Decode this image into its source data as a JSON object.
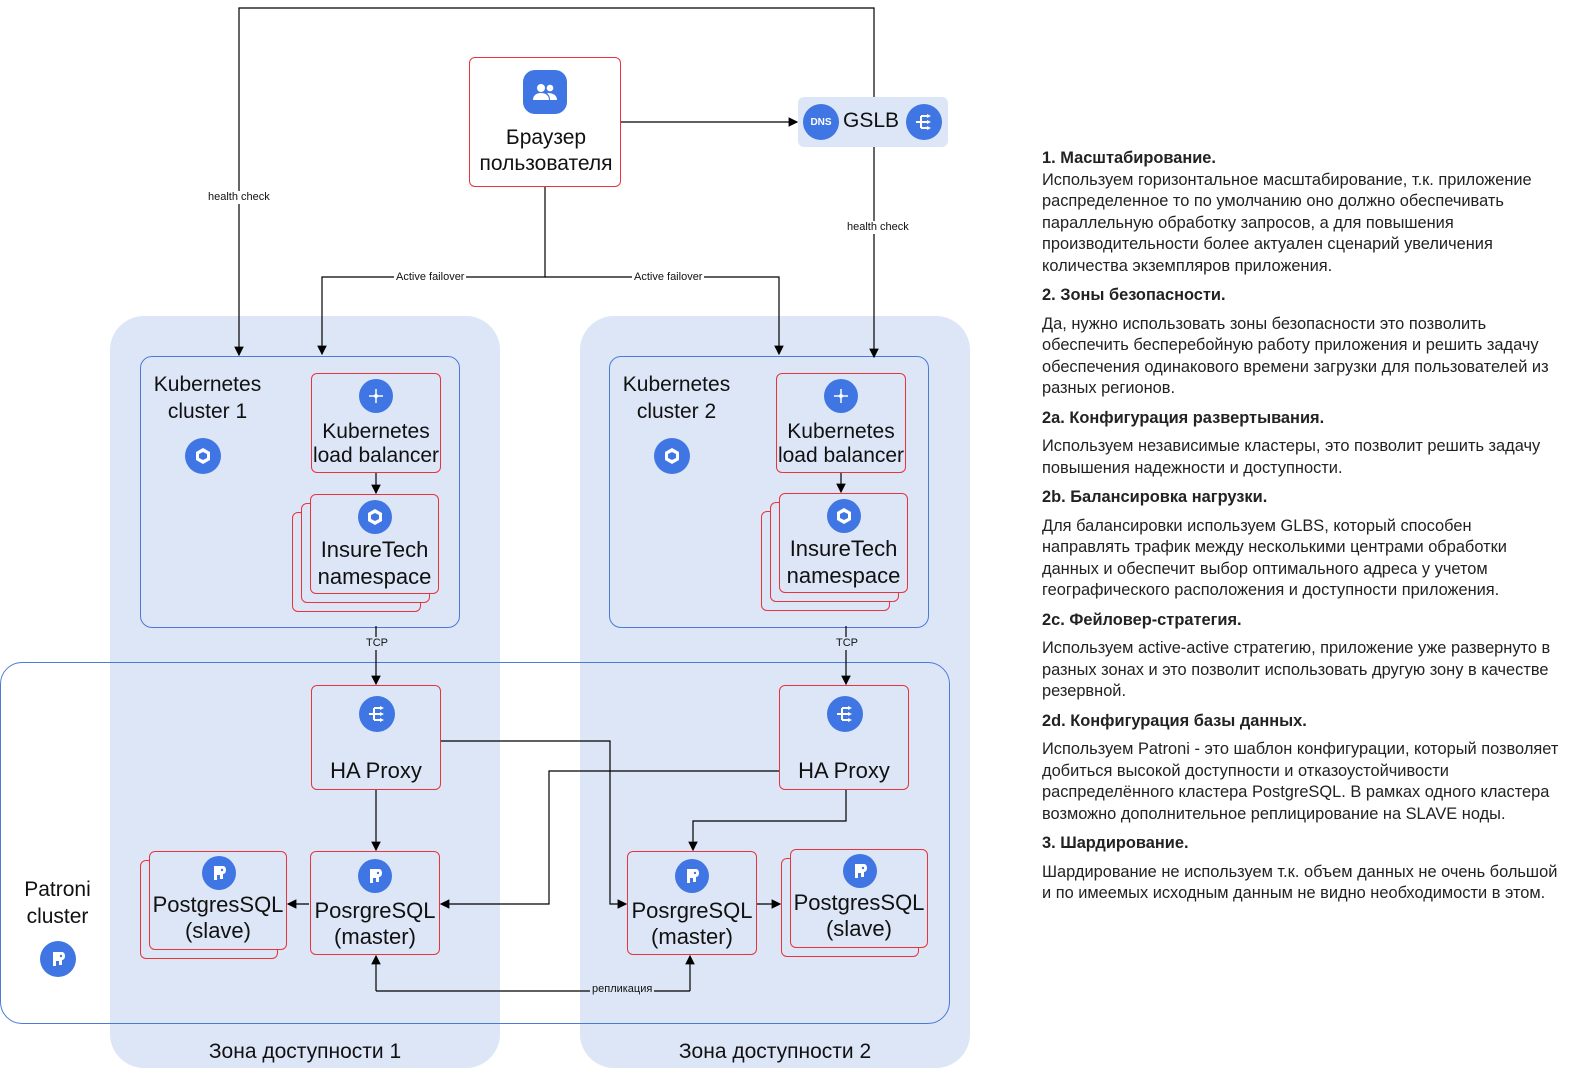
{
  "diagram": {
    "browser": "Браузер пользователя",
    "gslb": "GSLB",
    "dns_badge": "DNS",
    "health_check_left": "health check",
    "health_check_right": "health check",
    "active_failover_left": "Active failover",
    "active_failover_right": "Active failover",
    "zone1": "Зона доступности 1",
    "zone2": "Зона доступности 2",
    "k8s_cluster1": "Kubernetes cluster 1",
    "k8s_cluster2": "Kubernetes cluster 2",
    "k8s_lb_1": "Kubernetes load balancer",
    "k8s_lb_2": "Kubernetes load balancer",
    "insuretech_1": "InsureTech namespace",
    "insuretech_2": "InsureTech namespace",
    "tcp_1": "TCP",
    "tcp_2": "TCP",
    "haproxy_1": "HA Proxy",
    "haproxy_2": "HA Proxy",
    "pg_slave_1": "PostgresSQL (slave)",
    "pg_master_1": "PosrgreSQL (master)",
    "pg_master_2": "PosrgreSQL (master)",
    "pg_slave_2": "PostgresSQL (slave)",
    "patroni": "Patroni cluster",
    "replication": "репликация"
  },
  "notes": [
    {
      "heading": "1. Масштабирование.",
      "text": "Используем горизонтальное масштабирование, т.к. приложение распределенное то по умолчанию оно должно обеспечивать параллельную обработку запросов, а для повышения производительности более актуален сценарий увеличения количества экземпляров приложения."
    },
    {
      "heading": "2. Зоны безопасности.",
      "text": "Да, нужно использовать зоны безопасности это позволить обеспечить бесперебойную работу приложения и решить задачу обеспечения одинакового времени загрузки для пользователей из разных регионов."
    },
    {
      "heading": "2a. Конфигурация развертывания.",
      "text": "Используем независимые кластеры, это позволит решить задачу повышения надежности и доступности."
    },
    {
      "heading": "2b. Балансировка нагрузки.",
      "text": "Для балансировки используем GLBS, который способен направлять трафик между несколькими центрами обработки данных и обеспечит выбор оптимального адреса у учетом географического расположения и доступности приложения."
    },
    {
      "heading": "2c. Фейловер-стратегия.",
      "text": "Используем active-active стратегию, приложение уже развернуто в разных зонах и это позволит использовать другую зону в качестве резервной."
    },
    {
      "heading": "2d. Конфигурация базы данных.",
      "text": "Используем Patroni - это шаблон конфигурации, который позволяет добиться высокой доступности и отказоустойчивости распределённого кластера PostgreSQL. В рамках одного кластера возможно дополнительное реплицирование на SLAVE ноды."
    },
    {
      "heading": "3. Шардирование.",
      "text": "Шардирование не используем т.к. объем данных не очень большой и по имеемых исходным данным не видно необходимости в этом."
    }
  ],
  "colors": {
    "zone_fill": "#dde6f7",
    "icon_blue": "#3f76e4",
    "box_border": "#e8343a",
    "cluster_border": "#4a7bd8"
  }
}
